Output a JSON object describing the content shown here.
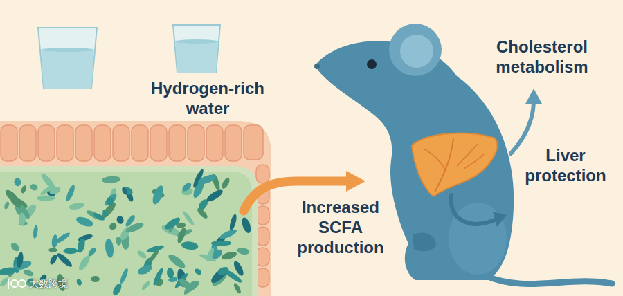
{
  "diagram": {
    "labels": [
      "Hydrogen-rich water",
      "Increased SCFA production",
      "Cholesterol metabolism",
      "Liver protection",
      "大数跨境"
    ]
  }
}
